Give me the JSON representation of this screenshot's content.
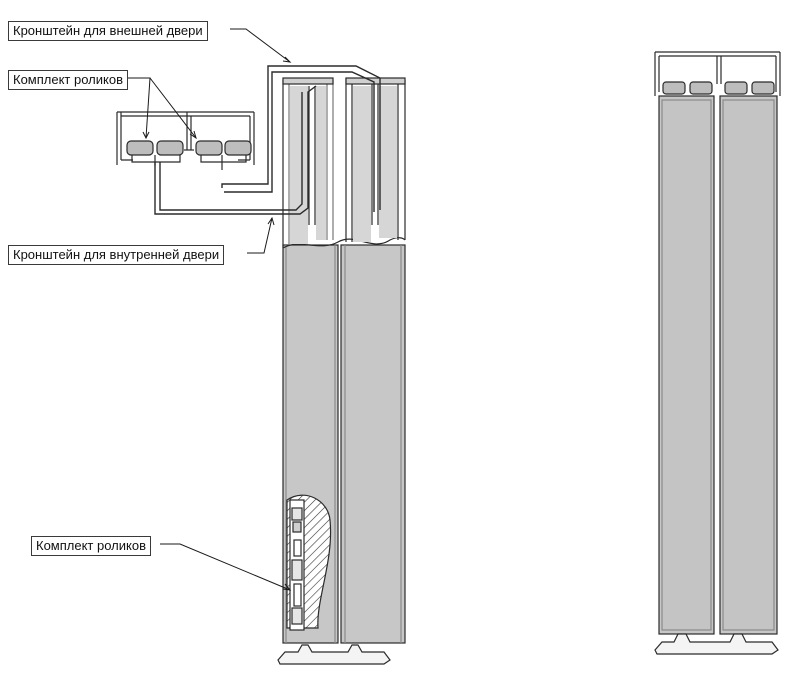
{
  "labels": {
    "outer_bracket": "Кронштейн для внешней двери",
    "roller_set_top": "Комплект роликов",
    "inner_bracket": "Кронштейн для внутренней двери",
    "roller_set_bottom": "Комплект роликов"
  },
  "colors": {
    "panel_fill": "#c7c7c7",
    "panel_edge": "#9a9a9a",
    "line": "#2b2b2b",
    "roller": "#bdbdbd"
  }
}
